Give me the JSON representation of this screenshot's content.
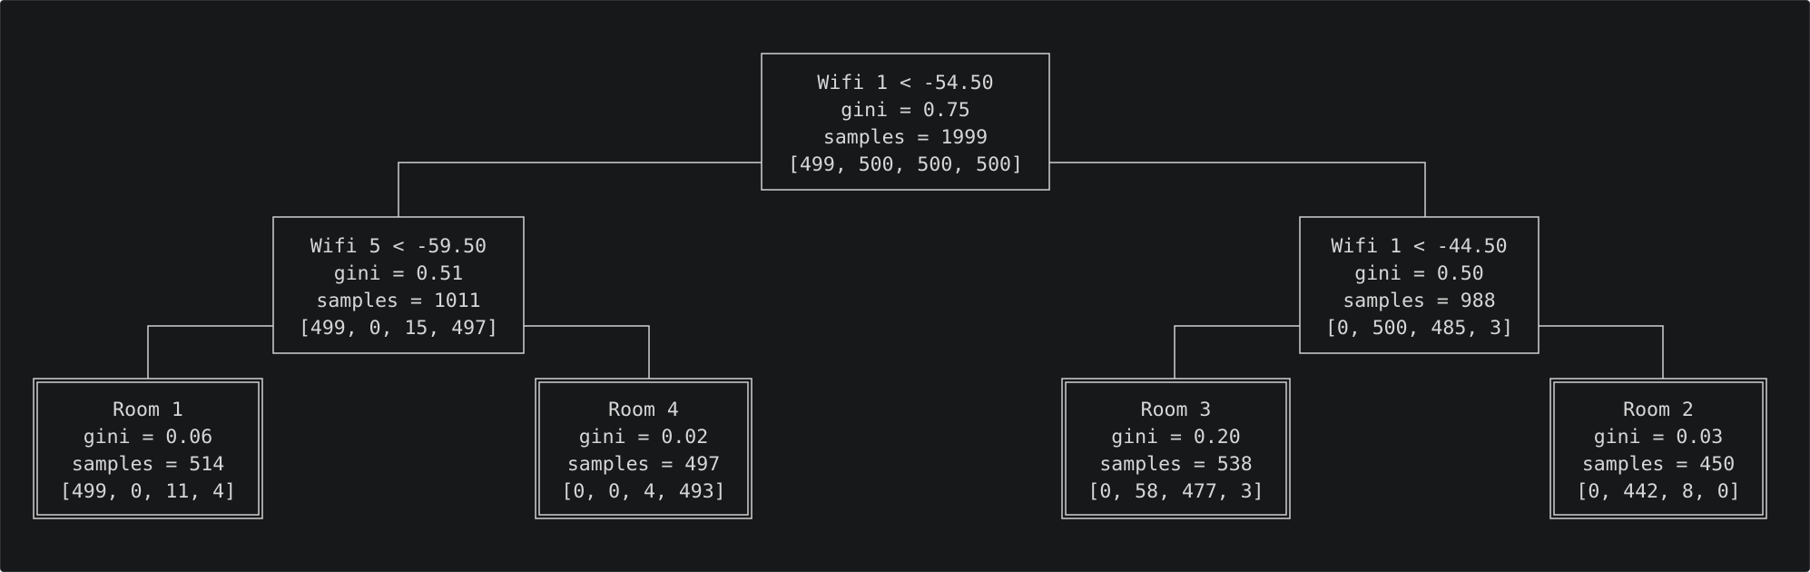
{
  "tree": {
    "nodes": [
      {
        "id": "root",
        "type": "split",
        "lines": [
          "Wifi 1 < -54.50",
          "gini = 0.75",
          "samples = 1999",
          "[499, 500, 500, 500]"
        ]
      },
      {
        "id": "left",
        "type": "split",
        "lines": [
          "Wifi 5 < -59.50",
          "gini = 0.51",
          "samples = 1011",
          "[499, 0, 15, 497]"
        ]
      },
      {
        "id": "right",
        "type": "split",
        "lines": [
          "Wifi 1 < -44.50",
          "gini = 0.50",
          "samples = 988",
          "[0, 500, 485, 3]"
        ]
      },
      {
        "id": "leaf-room1",
        "type": "leaf",
        "lines": [
          "Room 1",
          "gini = 0.06",
          "samples = 514",
          "[499, 0, 11, 4]"
        ]
      },
      {
        "id": "leaf-room4",
        "type": "leaf",
        "lines": [
          "Room 4",
          "gini = 0.02",
          "samples = 497",
          "[0, 0, 4, 493]"
        ]
      },
      {
        "id": "leaf-room3",
        "type": "leaf",
        "lines": [
          "Room 3",
          "gini = 0.20",
          "samples = 538",
          "[0, 58, 477, 3]"
        ]
      },
      {
        "id": "leaf-room2",
        "type": "leaf",
        "lines": [
          "Room 2",
          "gini = 0.03",
          "samples = 450",
          "[0, 442, 8, 0]"
        ]
      }
    ],
    "edges": [
      {
        "from": "root",
        "to": "left"
      },
      {
        "from": "root",
        "to": "right"
      },
      {
        "from": "left",
        "to": "leaf-room1"
      },
      {
        "from": "left",
        "to": "leaf-room4"
      },
      {
        "from": "right",
        "to": "leaf-room3"
      },
      {
        "from": "right",
        "to": "leaf-room2"
      }
    ],
    "colors": {
      "background": "#17181a",
      "line": "#d0d0d0",
      "text": "#d6d6d6"
    }
  }
}
